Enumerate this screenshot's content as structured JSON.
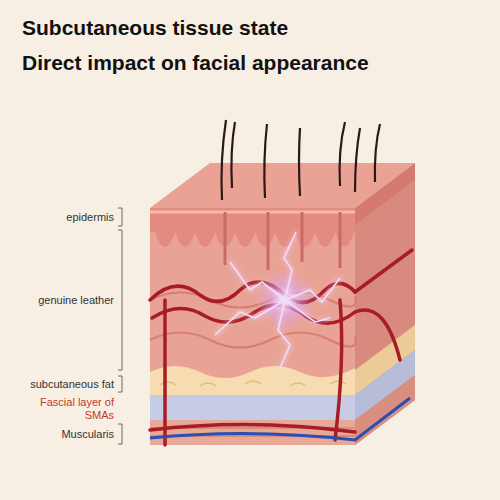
{
  "diagram": {
    "title": "Subcutaneous tissue state",
    "labels": [
      "Direct impact on facial appearance",
      "epidermis",
      "genuine leather",
      "subcutaneous fat",
      "Fascial layer of SMAs",
      "Muscularis"
    ]
  }
}
